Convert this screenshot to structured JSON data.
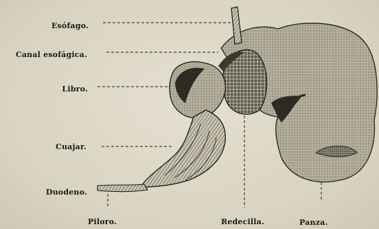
{
  "labels": {
    "esofago": "Esófago.",
    "canal_esofagica": "Canal esofágica.",
    "libro": "Libro.",
    "cuajar": "Cuajar.",
    "duodeno": "Duodeno.",
    "piloro": "Piloro.",
    "redecilla": "Redecilla.",
    "panza": "Panza."
  },
  "colors": {
    "background": "#ddd7c6",
    "ink": "#1a1814",
    "shading": "#6b6558"
  }
}
